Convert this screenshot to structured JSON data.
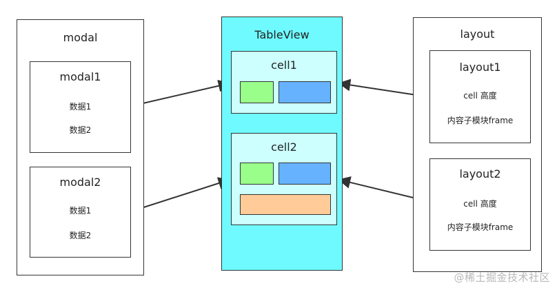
{
  "modal": {
    "title": "modal",
    "items": [
      {
        "title": "modal1",
        "fields": [
          "数据1",
          "数据2"
        ]
      },
      {
        "title": "modal2",
        "fields": [
          "数据1",
          "数据2"
        ]
      }
    ]
  },
  "tableview": {
    "title": "TableView",
    "cells": [
      {
        "title": "cell1"
      },
      {
        "title": "cell2"
      }
    ],
    "colors": {
      "background": "#6ffaff",
      "cell": "#ccfffe",
      "green": "#99fe8a",
      "blue": "#66b2ff",
      "orange": "#ffcc99"
    }
  },
  "layout": {
    "title": "layout",
    "items": [
      {
        "title": "layout1",
        "fields": [
          "cell 高度",
          "内容子模块frame"
        ]
      },
      {
        "title": "layout2",
        "fields": [
          "cell 高度",
          "内容子模块frame"
        ]
      }
    ]
  },
  "watermark": "@稀土掘金技术社区"
}
